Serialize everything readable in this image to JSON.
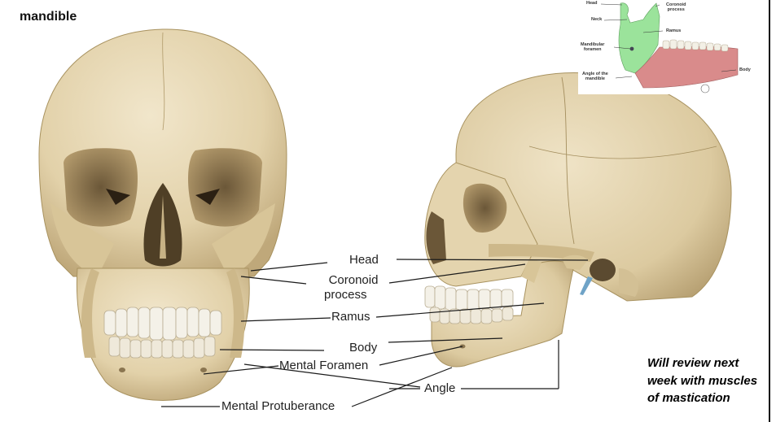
{
  "slide": {
    "title": "mandible",
    "note": "Will review next week with muscles of mastication"
  },
  "labels": {
    "head": "Head",
    "coronoid_1": "Coronoid",
    "coronoid_2": "process",
    "ramus": "Ramus",
    "body": "Body",
    "mental_foramen": "Mental Foramen",
    "angle": "Angle",
    "mental_protuberance": "Mental Protuberance"
  },
  "inset": {
    "head": "Head",
    "neck": "Neck",
    "coronoid_1": "Coronoid",
    "coronoid_2": "process",
    "ramus": "Ramus",
    "foramen_1": "Mandibular",
    "foramen_2": "foramen",
    "angle_1": "Angle of the",
    "angle_2": "mandible",
    "body": "Body",
    "ramus_color": "#9be39b",
    "body_color": "#d98b8b"
  },
  "colors": {
    "bone": "#e6d7b4",
    "bone_shade": "#c9b489",
    "bone_dark": "#8a7550",
    "teeth": "#f4f1e8",
    "leader": "#1a1a1a"
  }
}
